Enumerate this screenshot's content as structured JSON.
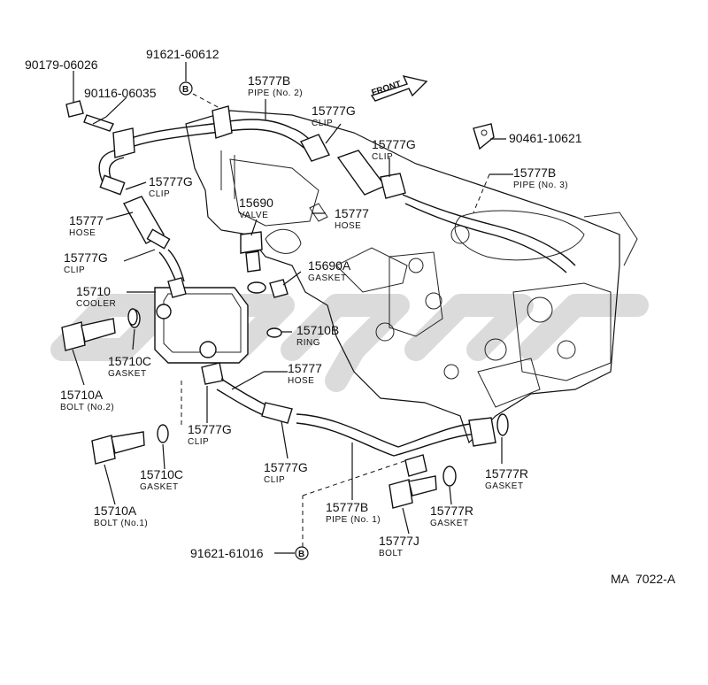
{
  "diagram": {
    "code": "MA  7022-A",
    "front_label": "FRONT",
    "callouts": [
      {
        "id": "c-90179",
        "part": "90179-06026",
        "desc": ""
      },
      {
        "id": "c-91621a",
        "part": "91621-60612",
        "desc": ""
      },
      {
        "id": "c-90116",
        "part": "90116-06035",
        "desc": ""
      },
      {
        "id": "c-15777b-2",
        "part": "15777B",
        "desc": "PIPE (No. 2)"
      },
      {
        "id": "c-15777g-1",
        "part": "15777G",
        "desc": "CLIP"
      },
      {
        "id": "c-15777g-2",
        "part": "15777G",
        "desc": "CLIP"
      },
      {
        "id": "c-90461",
        "part": "90461-10621",
        "desc": ""
      },
      {
        "id": "c-15777g-3",
        "part": "15777G",
        "desc": "CLIP"
      },
      {
        "id": "c-15777b-3",
        "part": "15777B",
        "desc": "PIPE (No. 3)"
      },
      {
        "id": "c-15690",
        "part": "15690",
        "desc": "VALVE"
      },
      {
        "id": "c-15777-1",
        "part": "15777",
        "desc": "HOSE"
      },
      {
        "id": "c-15777-2",
        "part": "15777",
        "desc": "HOSE"
      },
      {
        "id": "c-15777g-4",
        "part": "15777G",
        "desc": "CLIP"
      },
      {
        "id": "c-15690a",
        "part": "15690A",
        "desc": "GASKET"
      },
      {
        "id": "c-15710",
        "part": "15710",
        "desc": "COOLER"
      },
      {
        "id": "c-15710b",
        "part": "15710B",
        "desc": "RING"
      },
      {
        "id": "c-15710c-1",
        "part": "15710C",
        "desc": "GASKET"
      },
      {
        "id": "c-15777-3",
        "part": "15777",
        "desc": "HOSE"
      },
      {
        "id": "c-15710a-2",
        "part": "15710A",
        "desc": "BOLT (No.2)"
      },
      {
        "id": "c-15777g-5",
        "part": "15777G",
        "desc": "CLIP"
      },
      {
        "id": "c-15710c-2",
        "part": "15710C",
        "desc": "GASKET"
      },
      {
        "id": "c-15777g-6",
        "part": "15777G",
        "desc": "CLIP"
      },
      {
        "id": "c-15777r-1",
        "part": "15777R",
        "desc": "GASKET"
      },
      {
        "id": "c-15710a-1",
        "part": "15710A",
        "desc": "BOLT (No.1)"
      },
      {
        "id": "c-15777b-1",
        "part": "15777B",
        "desc": "PIPE (No. 1)"
      },
      {
        "id": "c-15777r-2",
        "part": "15777R",
        "desc": "GASKET"
      },
      {
        "id": "c-15777j",
        "part": "15777J",
        "desc": "BOLT"
      },
      {
        "id": "c-91621b",
        "part": "91621-61016",
        "desc": ""
      }
    ],
    "ref_markers": [
      {
        "id": "ref-b-top",
        "label": "B"
      },
      {
        "id": "ref-b-bottom",
        "label": "B"
      }
    ]
  }
}
